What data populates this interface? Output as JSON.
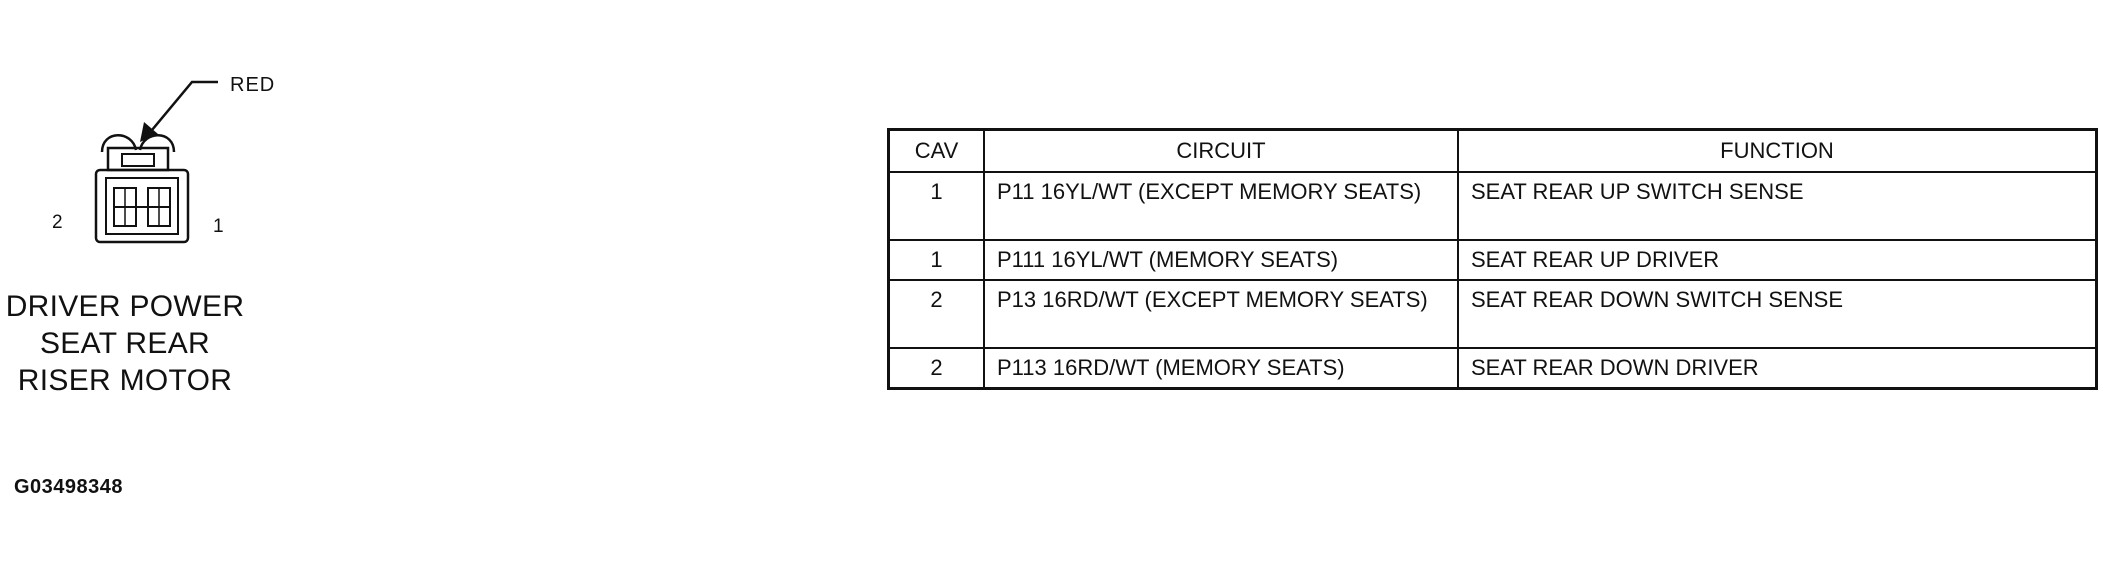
{
  "connector": {
    "wire_color_label": "RED",
    "pin_left": "2",
    "pin_right": "1",
    "title_lines": [
      "DRIVER POWER",
      "SEAT REAR",
      "RISER MOTOR"
    ]
  },
  "figure_id": "G03498348",
  "table": {
    "headers": [
      "CAV",
      "CIRCUIT",
      "FUNCTION"
    ],
    "rows": [
      {
        "cav": "1",
        "circuit": "P11 16YL/WT (EXCEPT MEMORY SEATS)",
        "function": "SEAT REAR UP SWITCH SENSE"
      },
      {
        "cav": "1",
        "circuit": "P111 16YL/WT (MEMORY SEATS)",
        "function": "SEAT REAR UP DRIVER"
      },
      {
        "cav": "2",
        "circuit": "P13 16RD/WT (EXCEPT MEMORY SEATS)",
        "function": "SEAT REAR DOWN SWITCH SENSE"
      },
      {
        "cav": "2",
        "circuit": "P113 16RD/WT (MEMORY SEATS)",
        "function": "SEAT REAR DOWN DRIVER"
      }
    ]
  }
}
